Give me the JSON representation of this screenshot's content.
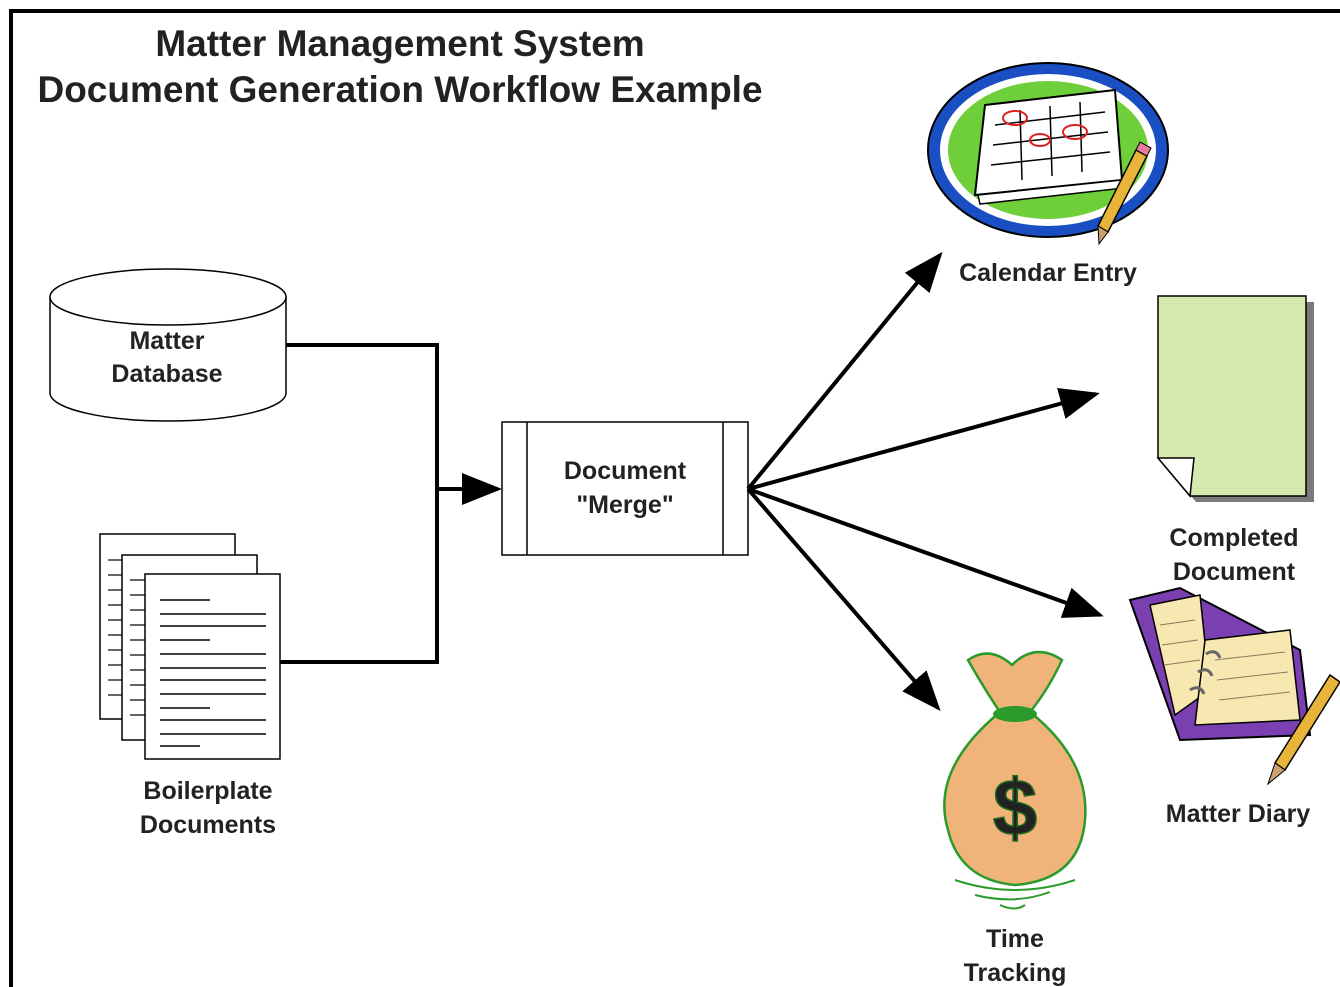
{
  "title": {
    "line1": "Matter Management System",
    "line2": "Document Generation Workflow Example"
  },
  "nodes": {
    "matter_database": {
      "line1": "Matter",
      "line2": "Database"
    },
    "boilerplate_documents": {
      "line1": "Boilerplate",
      "line2": "Documents"
    },
    "document_merge": {
      "line1": "Document",
      "line2": "\"Merge\""
    },
    "calendar_entry": {
      "label": "Calendar Entry"
    },
    "completed_document": {
      "line1": "Completed",
      "line2": "Document"
    },
    "matter_diary": {
      "label": "Matter Diary"
    },
    "time_tracking": {
      "line1": "Time",
      "line2": "Tracking"
    }
  },
  "colors": {
    "stroke": "#000000",
    "text": "#222222",
    "calendar_ring": "#1a4fc4",
    "calendar_fill": "#6fcf3a",
    "document_fill": "#d6eab0",
    "diary_cover": "#7a3fb0",
    "diary_page": "#f7e7b0",
    "money_bag": "#f0b47a",
    "dollar": "#2a9a2a"
  }
}
